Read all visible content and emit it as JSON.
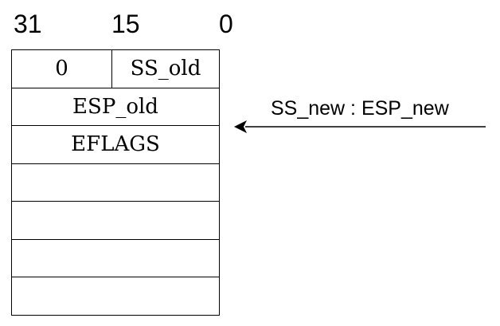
{
  "bit_labels": {
    "high": "31",
    "mid": "15",
    "low": "0"
  },
  "stack": {
    "rows": [
      {
        "left": "0",
        "right": "SS_old"
      },
      {
        "label": "ESP_old"
      },
      {
        "label": "EFLAGS"
      },
      {
        "label": ""
      },
      {
        "label": ""
      },
      {
        "label": ""
      },
      {
        "label": ""
      }
    ]
  },
  "pointer": {
    "label": "SS_new : ESP_new"
  }
}
